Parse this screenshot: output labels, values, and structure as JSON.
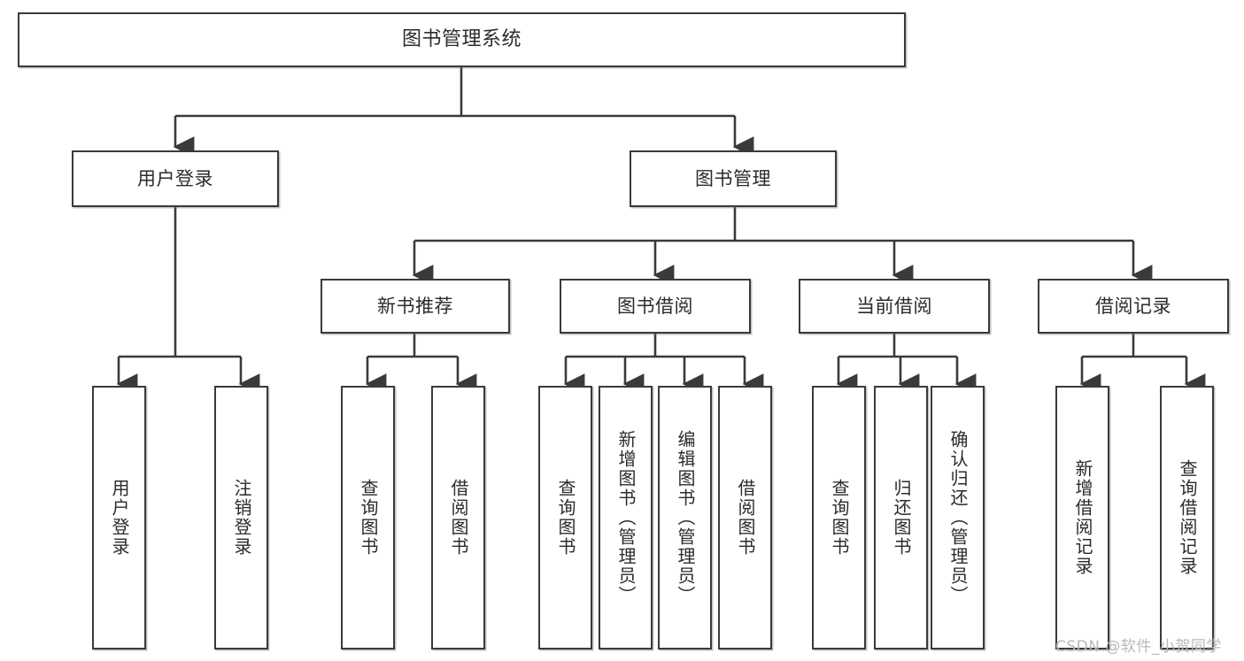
{
  "diagram": {
    "type": "tree",
    "title": "图书管理系统",
    "watermark": "CSDN @软件_小贺同学",
    "colors": {
      "box_border": "#3a3a3a",
      "box_fill": "#ffffff",
      "text": "#2b2b2b",
      "connector": "#3a3a3a",
      "watermark": "#b9b9b9"
    },
    "levels": {
      "root": {
        "label": "图书管理系统"
      },
      "level2": [
        {
          "label": "用户登录"
        },
        {
          "label": "图书管理"
        }
      ],
      "level3": [
        {
          "label": "新书推荐"
        },
        {
          "label": "图书借阅"
        },
        {
          "label": "当前借阅"
        },
        {
          "label": "借阅记录"
        }
      ],
      "leaves": {
        "user_login": [
          {
            "label": "用户登录"
          },
          {
            "label": "注销登录"
          }
        ],
        "new_book_recommend": [
          {
            "label": "查询图书"
          },
          {
            "label": "借阅图书"
          }
        ],
        "book_borrow": [
          {
            "label": "查询图书"
          },
          {
            "label": "新增图书（管理员）"
          },
          {
            "label": "编辑图书（管理员）"
          },
          {
            "label": "借阅图书"
          }
        ],
        "current_borrow": [
          {
            "label": "查询图书"
          },
          {
            "label": "归还图书"
          },
          {
            "label": "确认归还（管理员）"
          }
        ],
        "borrow_record": [
          {
            "label": "新增借阅记录"
          },
          {
            "label": "查询借阅记录"
          }
        ]
      }
    }
  }
}
